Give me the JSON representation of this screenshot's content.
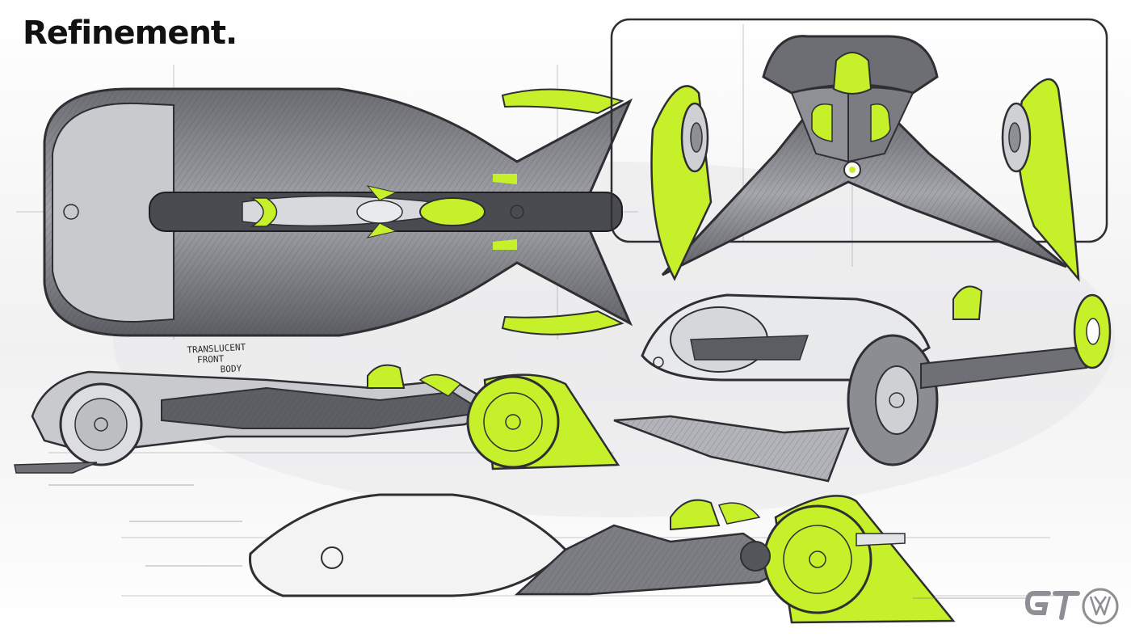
{
  "title": "Refinement.",
  "annotation": {
    "lines": [
      "TRANSLUCENT",
      "FRONT",
      "BODY"
    ]
  },
  "logos": {
    "gt": "gt-logo",
    "vw": "vw-logo"
  },
  "colors": {
    "accent": "#c6f02a",
    "ink": "#2e2e33",
    "body_grey": "#8d8f95",
    "dark_grey": "#55565c",
    "background": "#ffffff"
  }
}
